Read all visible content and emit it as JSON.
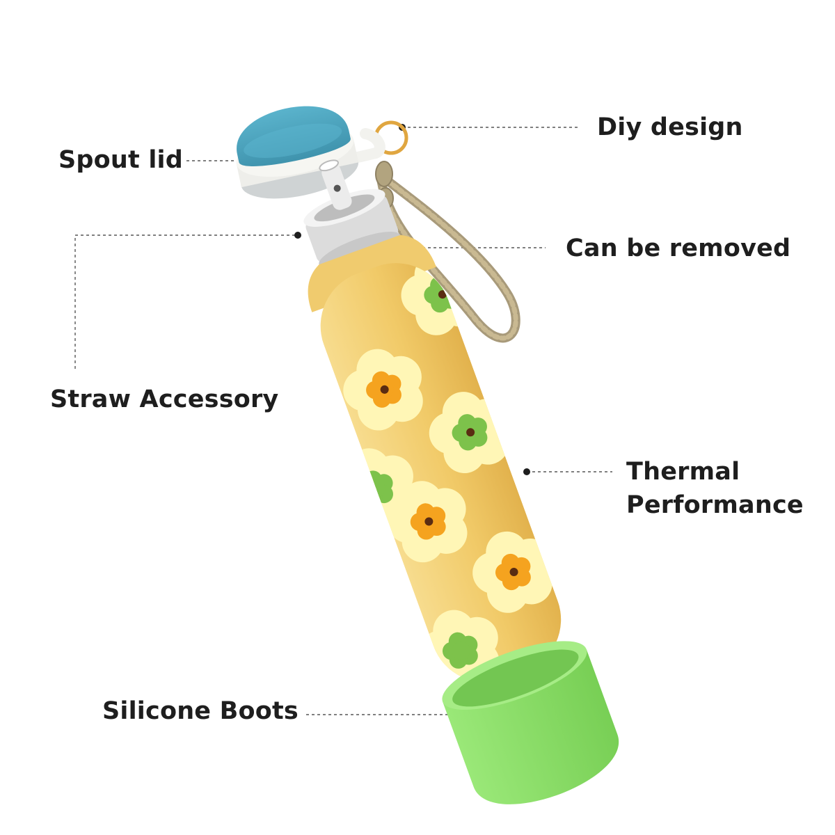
{
  "labels": {
    "spout_lid": "Spout lid",
    "diy_design": "Diy design",
    "can_be_removed": "Can be removed",
    "straw_accessory": "Straw Accessory",
    "thermal_line1": "Thermal",
    "thermal_line2": "Performance",
    "silicone_boots": "Silicone Boots"
  },
  "colors": {
    "text": "#1e1e1e",
    "leader": "#555555",
    "lid_blue": "#4aa3bd",
    "bottle_yellow": "#f2cf72",
    "flower_cream": "#fff7b8",
    "flower_orange": "#f5a31f",
    "flower_green": "#7dc24b",
    "boot_green": "#8fe06a",
    "cap_white": "#e8e8e8"
  }
}
